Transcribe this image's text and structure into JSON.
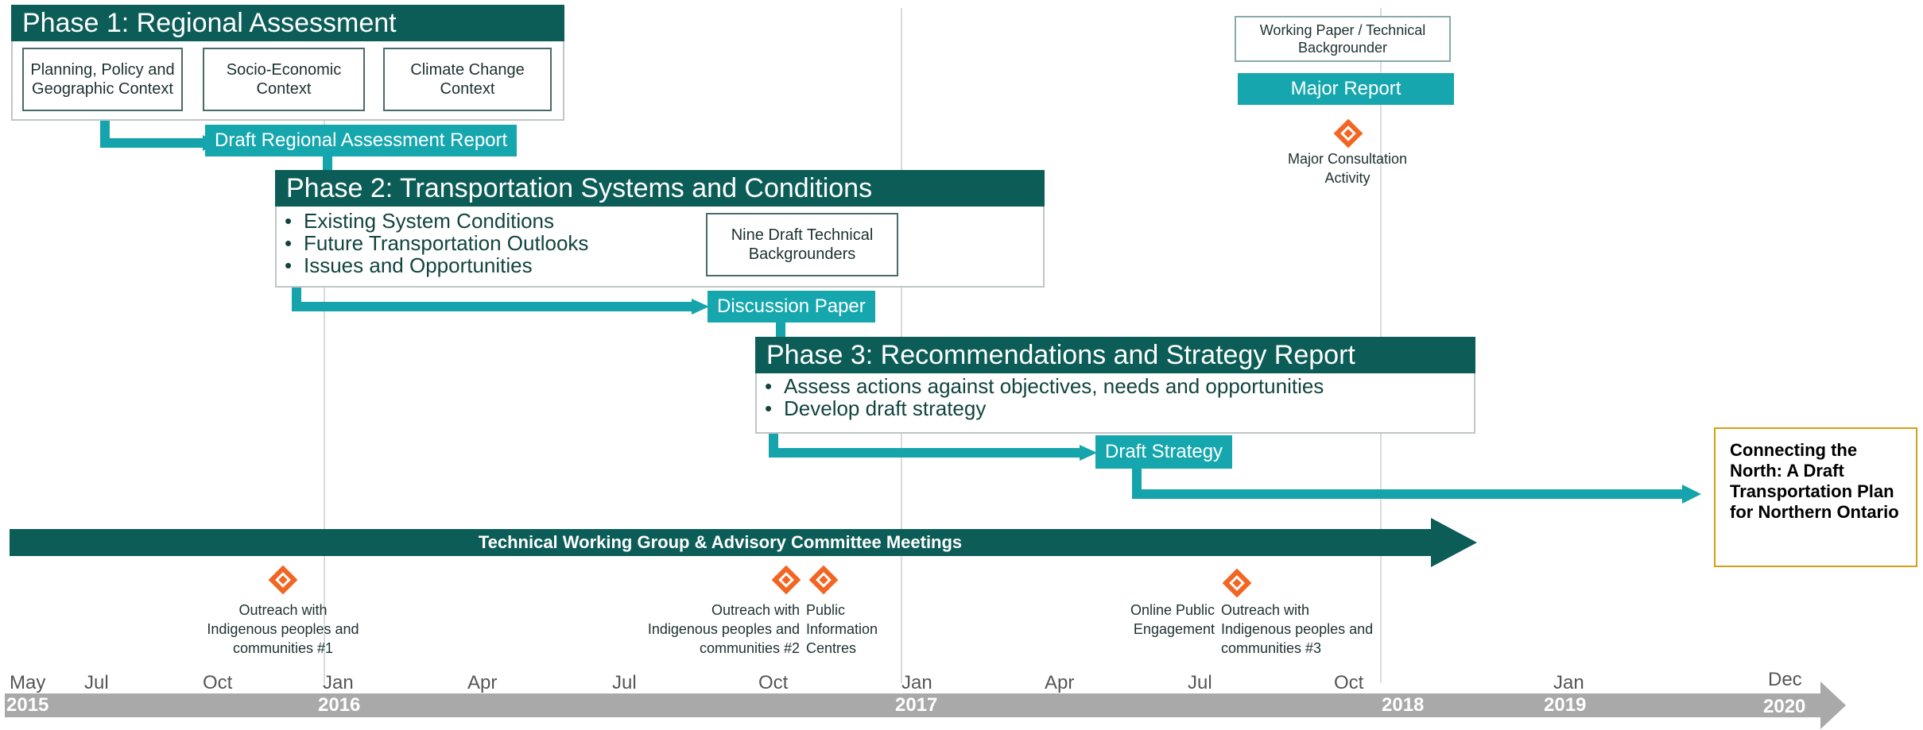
{
  "phase1": {
    "title": "Phase 1: Regional Assessment",
    "items": [
      "Planning, Policy and Geographic Context",
      "Socio-Economic Context",
      "Climate Change Context"
    ],
    "output": "Draft Regional Assessment Report"
  },
  "phase2": {
    "title": "Phase 2: Transportation Systems and Conditions",
    "bullets": [
      "Existing System Conditions",
      "Future Transportation Outlooks",
      "Issues and Opportunities"
    ],
    "box": "Nine Draft Technical Backgrounders",
    "output": "Discussion Paper"
  },
  "phase3": {
    "title": "Phase 3: Recommendations and Strategy Report",
    "bullets": [
      "Assess actions against objectives, needs and opportunities",
      "Develop draft strategy"
    ],
    "output": "Draft Strategy"
  },
  "legend": {
    "working_paper": "Working Paper / Technical Backgrounder",
    "major_report": "Major Report",
    "consultation": "Major Consultation Activity"
  },
  "final_plan": "Connecting the North: A Draft Transportation Plan for Northern Ontario",
  "meetings_bar": "Technical Working Group & Advisory Committee Meetings",
  "consultations": {
    "outreach1": "Outreach with Indigenous peoples and communities #1",
    "outreach2": "Outreach with Indigenous peoples and communities #2",
    "public_info": "Public Information Centres",
    "online": "Online Public Engagement",
    "outreach3": "Outreach with Indigenous peoples and communities #3"
  },
  "timeline": {
    "months": [
      "May",
      "Jul",
      "Oct",
      "Jan",
      "Apr",
      "Jul",
      "Oct",
      "Jan",
      "Apr",
      "Jul",
      "Oct",
      "Jan",
      "Dec"
    ],
    "years": [
      "2015",
      "2016",
      "2017",
      "2018",
      "2019",
      "2020"
    ]
  },
  "colors": {
    "dark_teal": "#0c5d57",
    "bright_teal": "#16a7ae",
    "consult_orange": "#f26522",
    "final_border": "#d4a017",
    "timeline_grey": "#a9a9a9"
  }
}
